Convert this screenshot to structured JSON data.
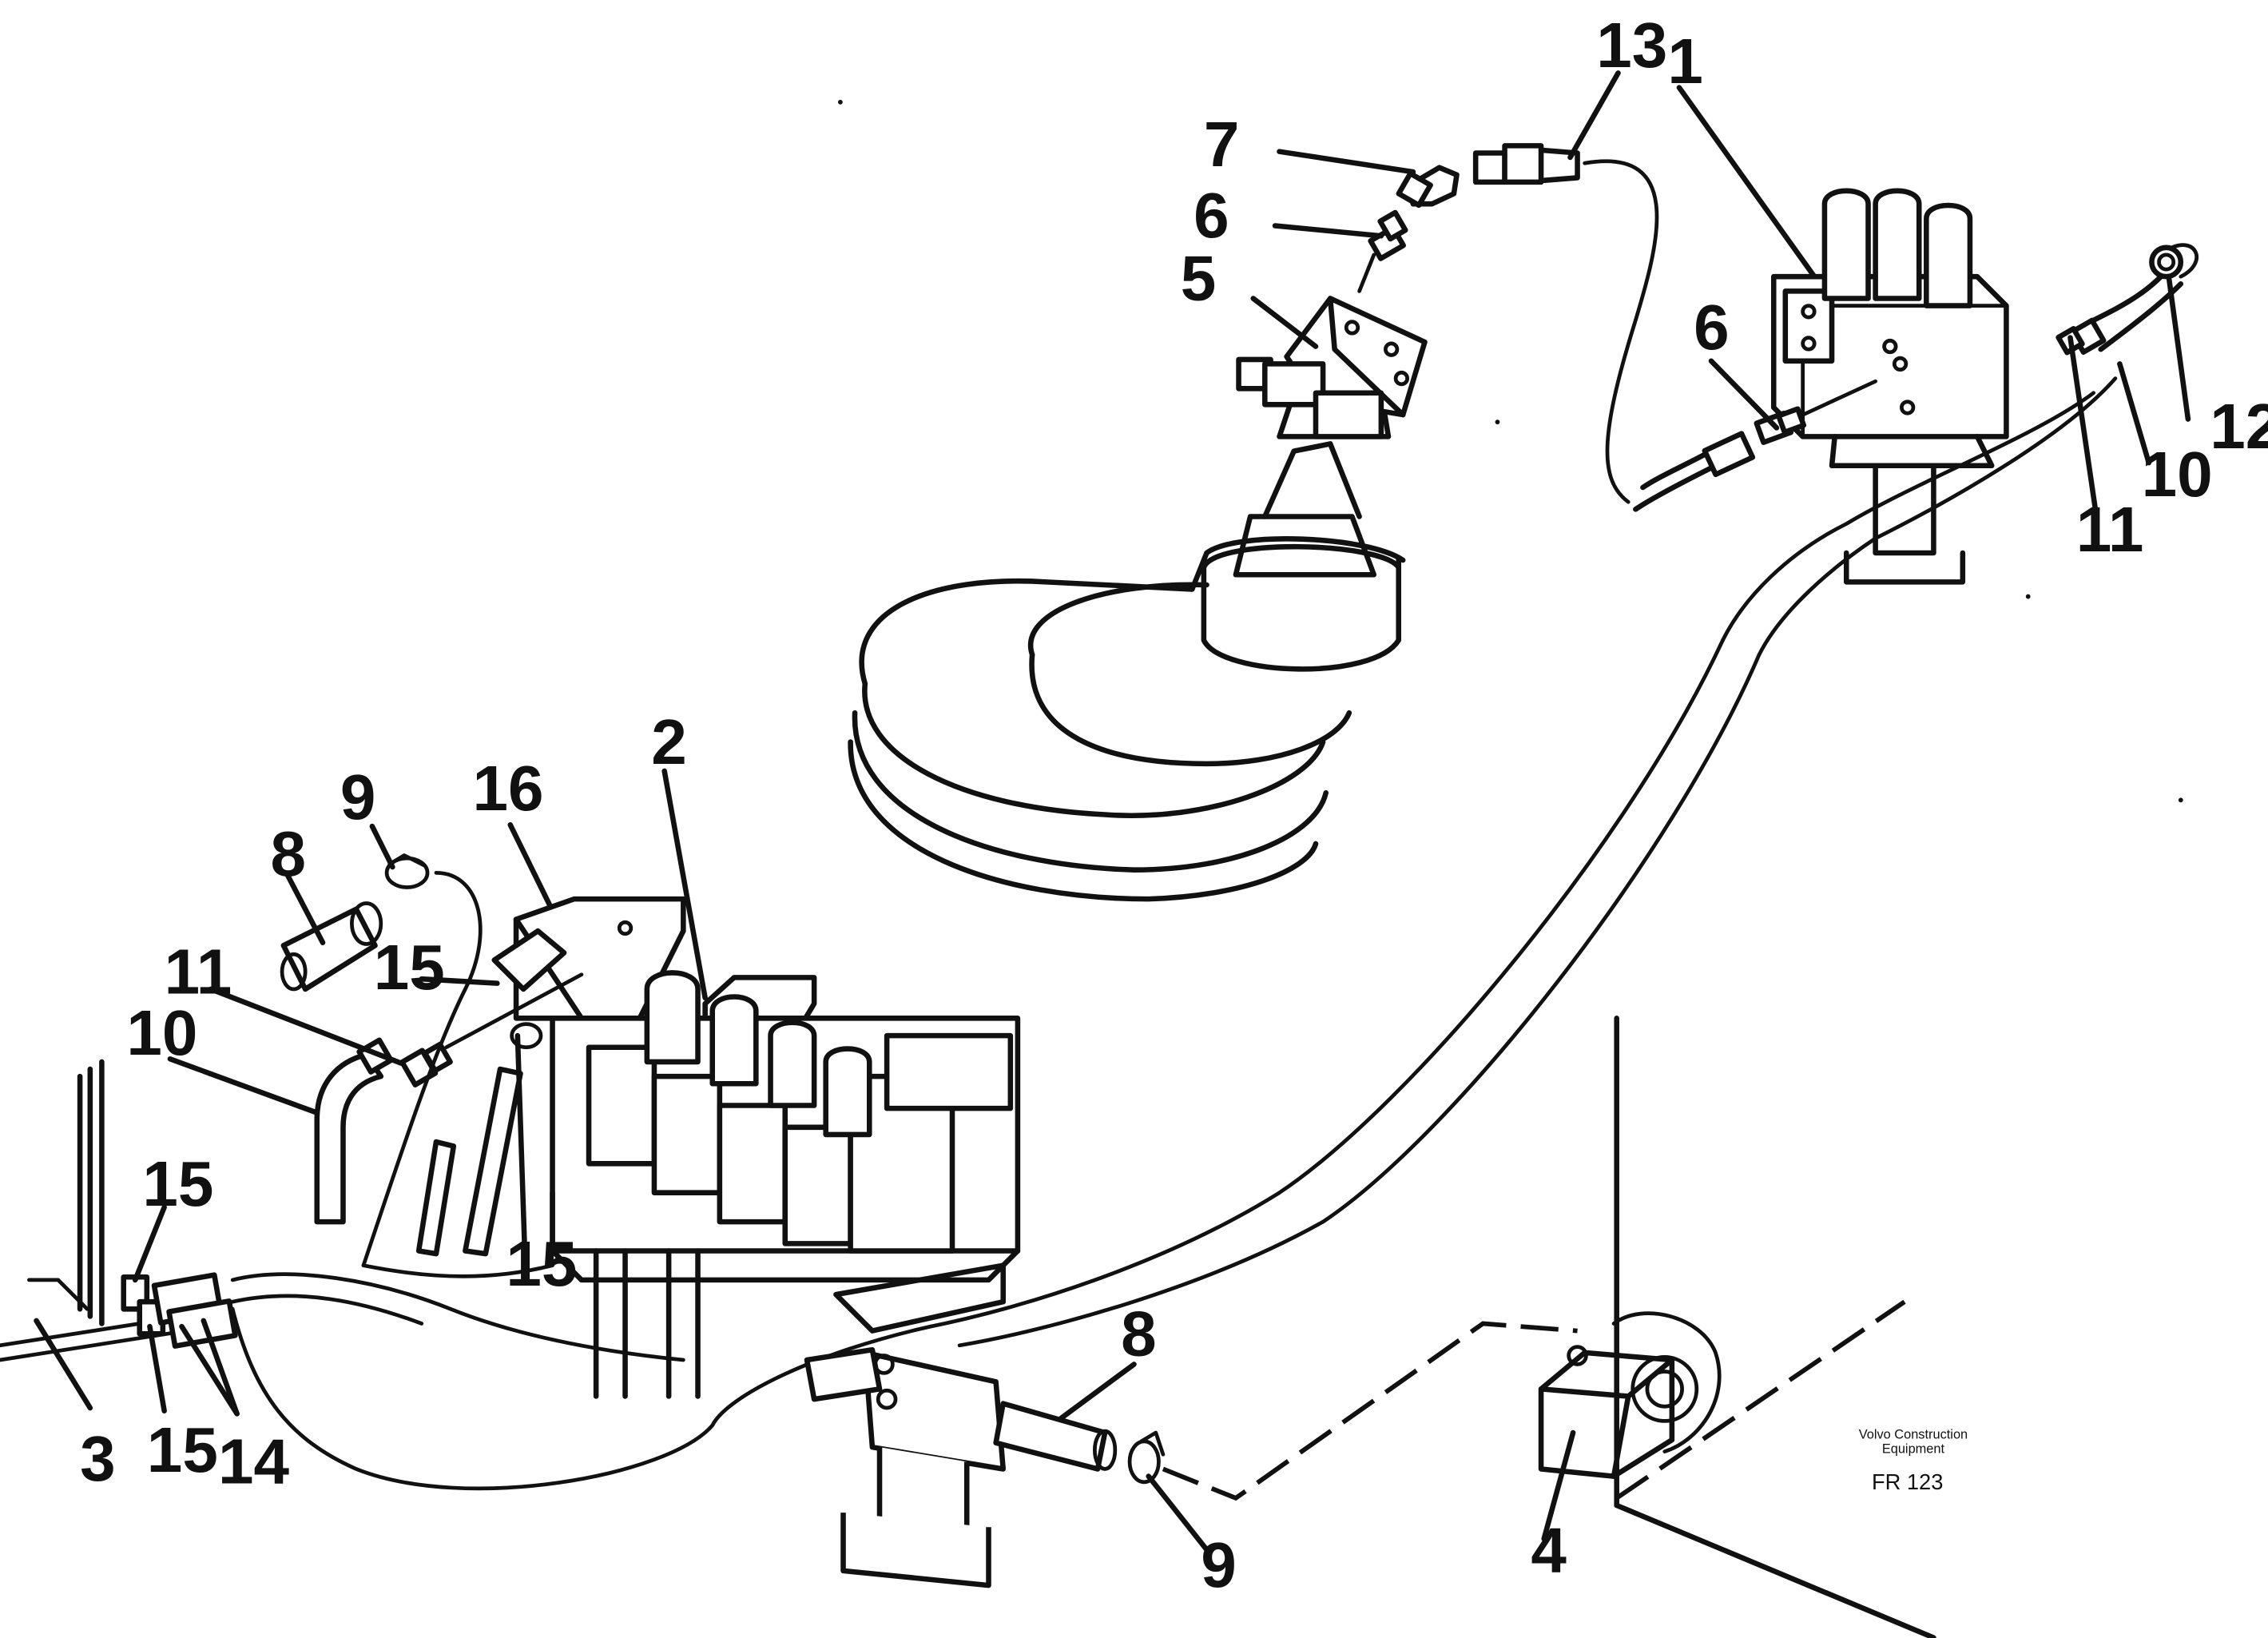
{
  "callouts": {
    "n1": "1",
    "n2": "2",
    "n3": "3",
    "n4": "4",
    "n5": "5",
    "n6a": "6",
    "n6b": "6",
    "n7": "7",
    "n8a": "8",
    "n8b": "8",
    "n9a": "9",
    "n9b": "9",
    "n10a": "10",
    "n10b": "10",
    "n11a": "11",
    "n11b": "11",
    "n12": "12",
    "n13": "13",
    "n14": "14",
    "n15a": "15",
    "n15b": "15",
    "n15c": "15",
    "n15d": "15",
    "n16": "16"
  },
  "stamp": {
    "company_line1": "Volvo Construction",
    "company_line2": "Equipment",
    "ref": "FR 123"
  }
}
